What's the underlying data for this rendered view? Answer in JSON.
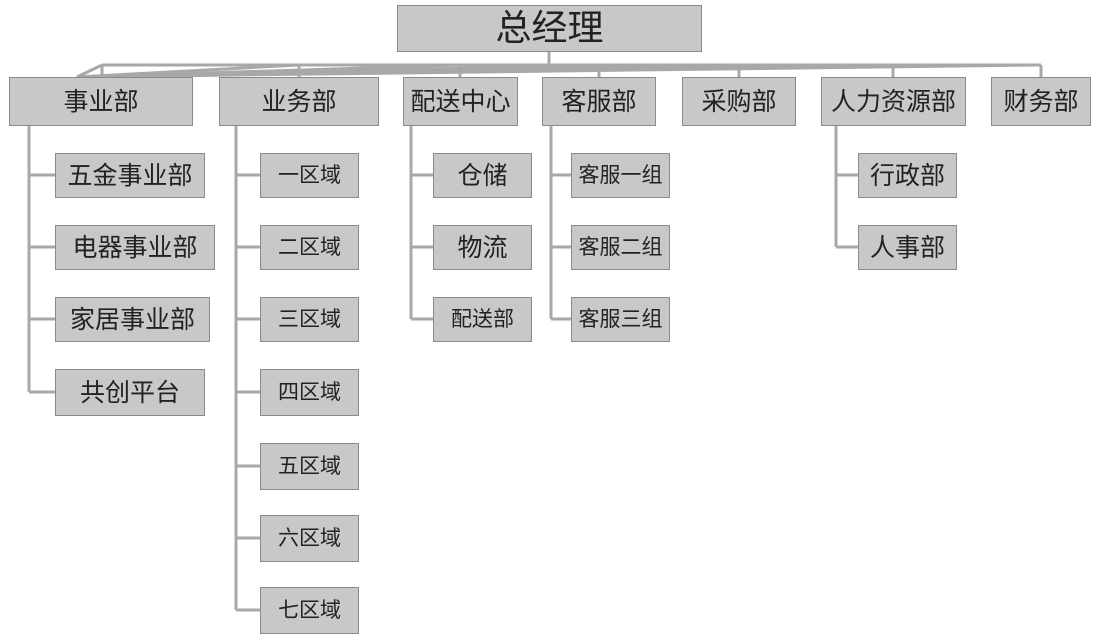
{
  "root": {
    "label": "总经理"
  },
  "departments": [
    {
      "label": "事业部",
      "children": [
        "五金事业部",
        "电器事业部",
        "家居事业部",
        "共创平台"
      ]
    },
    {
      "label": "业务部",
      "children": [
        "一区域",
        "二区域",
        "三区域",
        "四区域",
        "五区域",
        "六区域",
        "七区域"
      ]
    },
    {
      "label": "配送中心",
      "children": [
        "仓储",
        "物流",
        "配送部"
      ]
    },
    {
      "label": "客服部",
      "children": [
        "客服一组",
        "客服二组",
        "客服三组"
      ]
    },
    {
      "label": "采购部",
      "children": []
    },
    {
      "label": "人力资源部",
      "children": [
        "行政部",
        "人事部"
      ]
    },
    {
      "label": "财务部",
      "children": []
    }
  ],
  "colors": {
    "box_fill": "#c8c8c8",
    "box_border": "#8a8a8a",
    "connector": "#a8a8a8",
    "text": "#222222"
  }
}
